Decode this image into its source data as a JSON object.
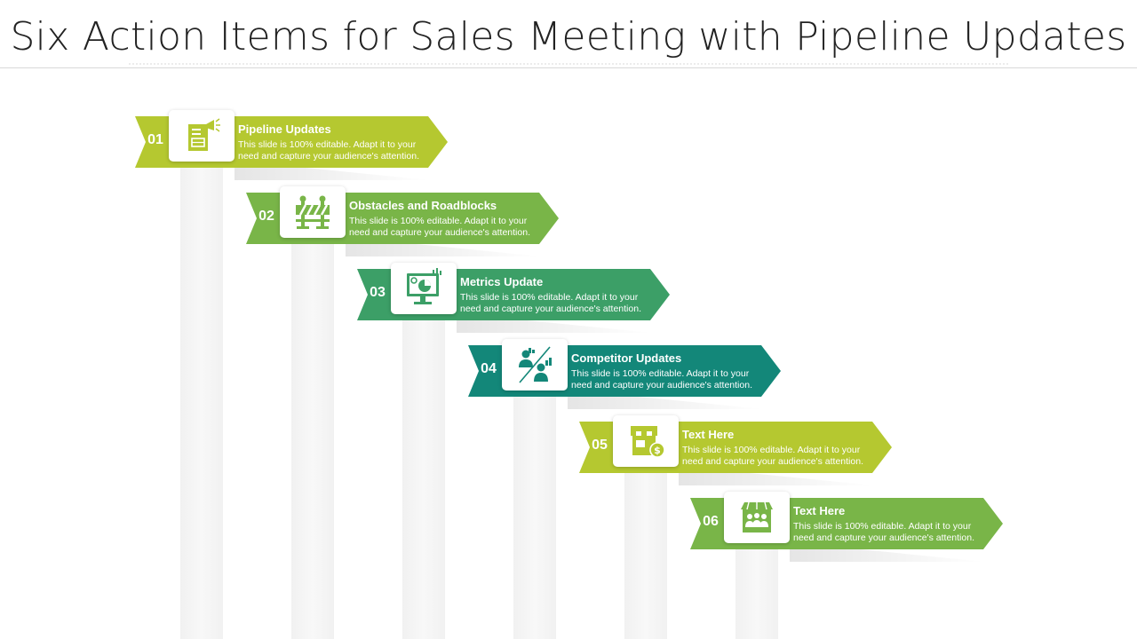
{
  "title": "Six Action Items for Sales Meeting with Pipeline Updates",
  "items": [
    {
      "number": "01",
      "title": "Pipeline Updates",
      "desc": "This slide is 100% editable. Adapt it to your need and capture your audience's attention.",
      "color": "#b5c830",
      "icon": "report-megaphone-icon"
    },
    {
      "number": "02",
      "title": "Obstacles  and Roadblocks",
      "desc": "This slide is 100% editable. Adapt it to your need and capture your audience's attention.",
      "color": "#79b548",
      "icon": "roadblock-barrier-icon"
    },
    {
      "number": "03",
      "title": "Metrics Update",
      "desc": "This slide is 100% editable. Adapt it to your need and capture your audience's attention.",
      "color": "#3c9f67",
      "icon": "monitor-metrics-icon"
    },
    {
      "number": "04",
      "title": "Competitor Updates",
      "desc": "This slide is 100% editable. Adapt it to your need and capture your audience's attention.",
      "color": "#138779",
      "icon": "competitors-icon"
    },
    {
      "number": "05",
      "title": "Text Here",
      "desc": "This slide is 100% editable. Adapt it to your need and capture your audience's attention.",
      "color": "#b5c830",
      "icon": "shop-money-icon"
    },
    {
      "number": "06",
      "title": "Text Here",
      "desc": "This slide is 100% editable. Adapt it to your need and capture your audience's attention.",
      "color": "#79b548",
      "icon": "store-people-icon"
    }
  ]
}
